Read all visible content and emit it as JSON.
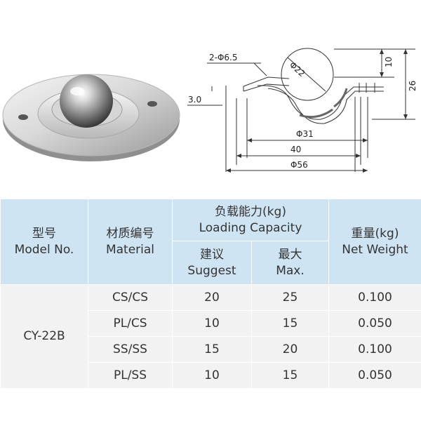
{
  "drawing": {
    "holes": "2-Φ6.5",
    "ball": "Φ22",
    "flange_thickness": "3.0",
    "ball_protrusion": "10",
    "total_height": "26",
    "dim_31": "Φ31",
    "dim_40": "40",
    "dim_56": "Φ56"
  },
  "table": {
    "headers": {
      "model_cn": "型号",
      "model_en": "Model No.",
      "material_cn": "材质编号",
      "material_en": "Material",
      "capacity_cn": "负载能力(kg)",
      "capacity_en": "Loading Capacity",
      "suggest_cn": "建议",
      "suggest_en": "Suggest",
      "max_cn": "最大",
      "max_en": "Max.",
      "weight_cn": "重量(kg)",
      "weight_en": "Net Weight"
    },
    "model": "CY-22B",
    "rows": [
      {
        "material": "CS/CS",
        "suggest": "20",
        "max": "25",
        "weight": "0.100"
      },
      {
        "material": "PL/CS",
        "suggest": "10",
        "max": "15",
        "weight": "0.050"
      },
      {
        "material": "SS/SS",
        "suggest": "15",
        "max": "20",
        "weight": "0.100"
      },
      {
        "material": "PL/SS",
        "suggest": "10",
        "max": "15",
        "weight": "0.050"
      }
    ]
  }
}
